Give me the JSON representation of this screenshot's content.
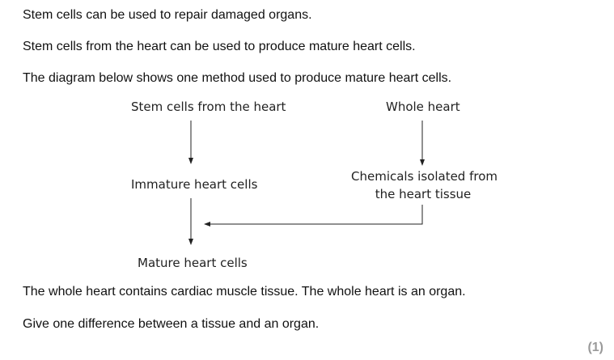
{
  "question": {
    "line1": "Stem cells can be used to repair damaged organs.",
    "line2": "Stem cells from the heart can be used to produce mature heart cells.",
    "line3": "The diagram below shows one method used to produce mature heart cells.",
    "line4": "The whole heart contains cardiac muscle tissue. The whole heart is an organ.",
    "line5": "Give one difference between a tissue and an organ.",
    "marks": "(1)"
  },
  "diagram": {
    "stem_cells": "Stem cells from the heart",
    "whole_heart": "Whole heart",
    "immature": "Immature heart cells",
    "chemicals_line1": "Chemicals isolated from",
    "chemicals_line2": "the heart tissue",
    "mature": "Mature heart cells"
  }
}
